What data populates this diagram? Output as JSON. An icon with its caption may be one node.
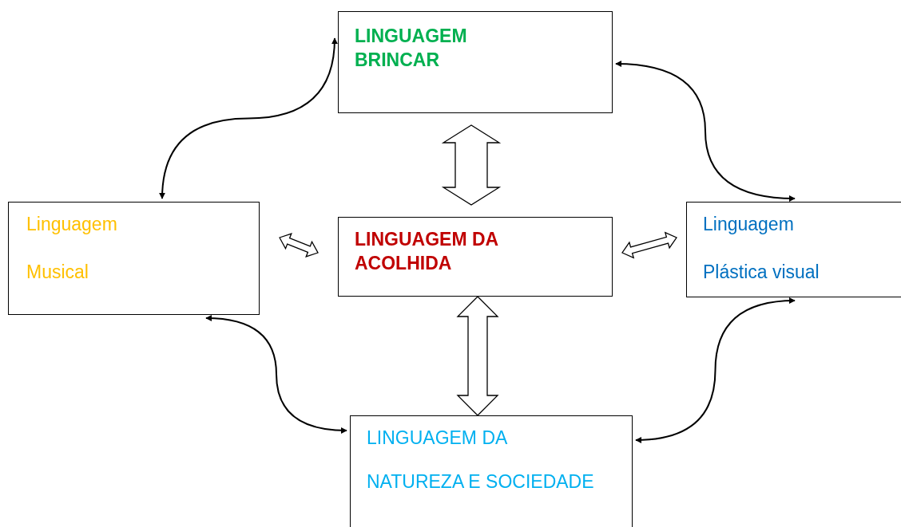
{
  "diagram": {
    "nodes": [
      {
        "text": [
          "LINGUAGEM BRINCAR"
        ]
      },
      {
        "text": [
          "Linguagem",
          "Musical"
        ]
      },
      {
        "text": [
          "LINGUAGEM DA ACOLHIDA"
        ]
      },
      {
        "text": [
          "Linguagem",
          "Plástica visual"
        ]
      },
      {
        "text": [
          "LINGUAGEM DA",
          "NATUREZA E SOCIEDADE"
        ]
      }
    ],
    "edges": [
      {
        "from": 1,
        "to": 0,
        "arrow": "both"
      },
      {
        "from": 0,
        "to": 3,
        "arrow": "both"
      },
      {
        "from": 1,
        "to": 4,
        "arrow": "both"
      },
      {
        "from": 4,
        "to": 3,
        "arrow": "both"
      },
      {
        "from": 0,
        "to": 2,
        "arrow": "both",
        "style": "thick"
      },
      {
        "from": 1,
        "to": 2,
        "arrow": "both",
        "style": "thick"
      },
      {
        "from": 2,
        "to": 3,
        "arrow": "both",
        "style": "thick"
      },
      {
        "from": 2,
        "to": 4,
        "arrow": "both",
        "style": "thick"
      }
    ]
  }
}
